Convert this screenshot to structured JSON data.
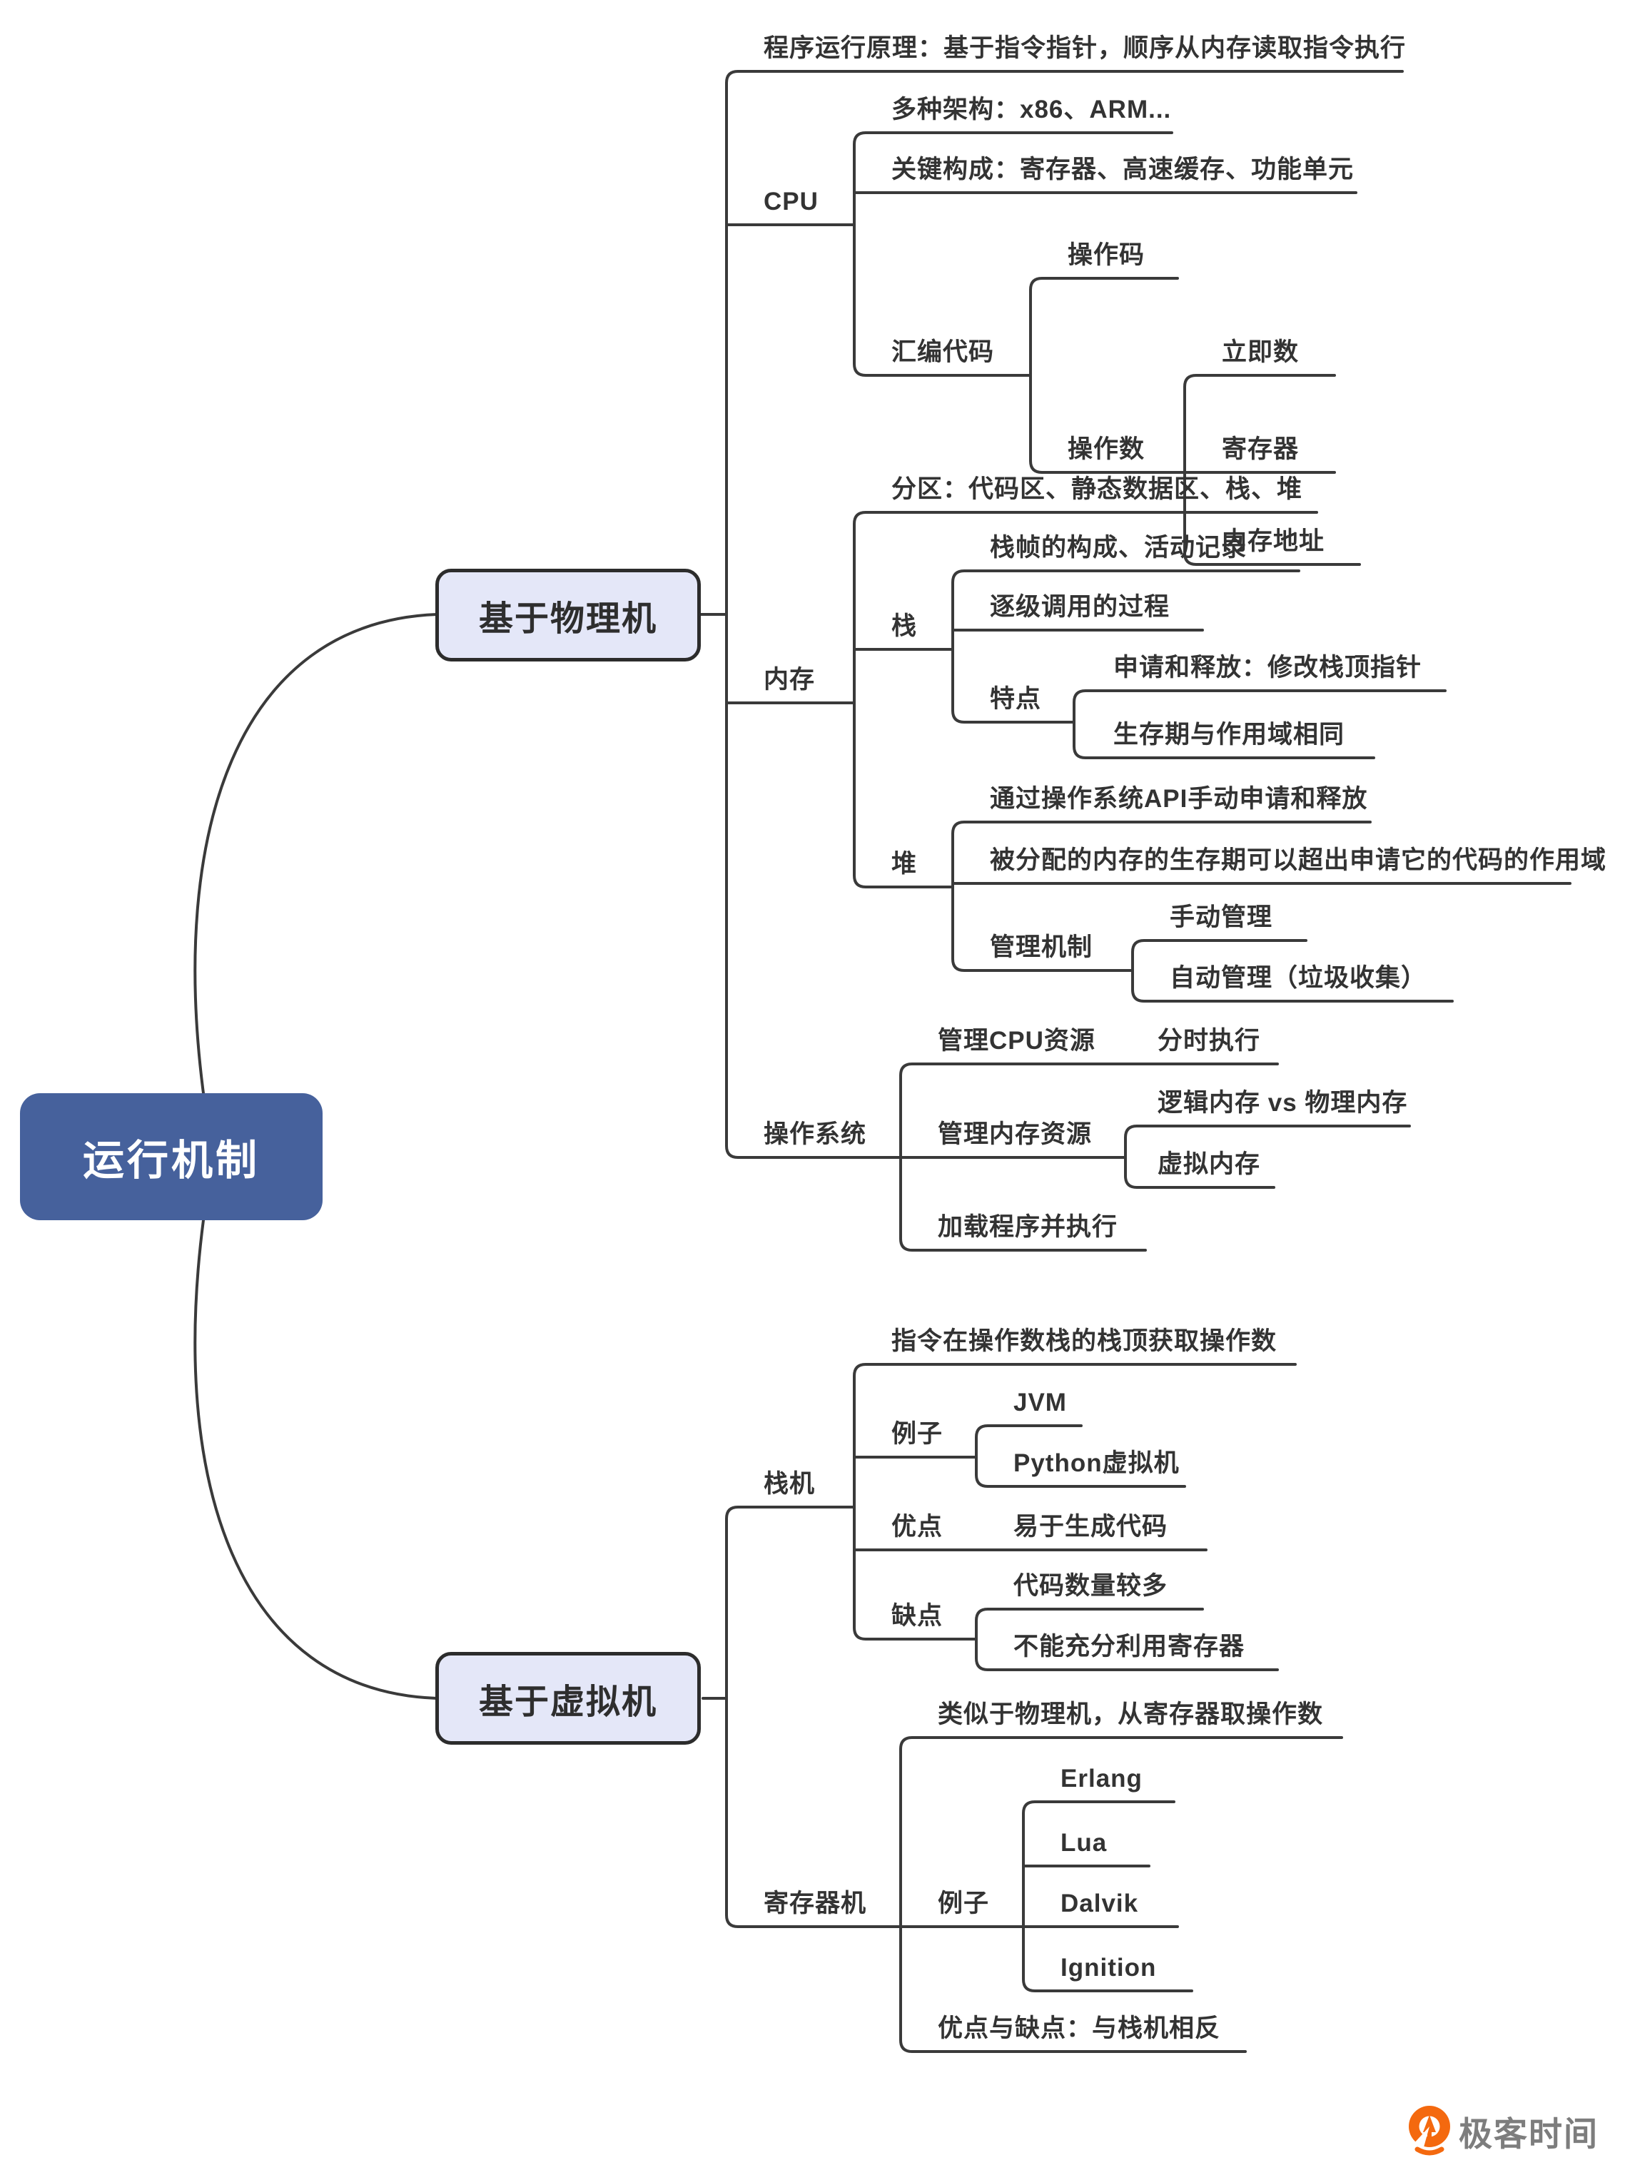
{
  "map": {
    "root": {
      "label": "运行机制"
    },
    "branches": [
      {
        "label": "基于物理机",
        "children": [
          {
            "label": "程序运行原理：基于指令指针，顺序从内存读取指令执行"
          },
          {
            "label": "CPU",
            "children": [
              {
                "label": "多种架构：x86、ARM..."
              },
              {
                "label": "关键构成：寄存器、高速缓存、功能单元"
              },
              {
                "label": "汇编代码",
                "children": [
                  {
                    "label": "操作码"
                  },
                  {
                    "label": "操作数",
                    "children": [
                      {
                        "label": "立即数"
                      },
                      {
                        "label": "寄存器"
                      },
                      {
                        "label": "内存地址"
                      }
                    ]
                  }
                ]
              }
            ]
          },
          {
            "label": "内存",
            "children": [
              {
                "label": "分区：代码区、静态数据区、栈、堆"
              },
              {
                "label": "栈",
                "children": [
                  {
                    "label": "栈帧的构成、活动记录"
                  },
                  {
                    "label": "逐级调用的过程"
                  },
                  {
                    "label": "特点",
                    "children": [
                      {
                        "label": "申请和释放：修改栈顶指针"
                      },
                      {
                        "label": "生存期与作用域相同"
                      }
                    ]
                  }
                ]
              },
              {
                "label": "堆",
                "children": [
                  {
                    "label": "通过操作系统API手动申请和释放"
                  },
                  {
                    "label": "被分配的内存的生存期可以超出申请它的代码的作用域"
                  },
                  {
                    "label": "管理机制",
                    "children": [
                      {
                        "label": "手动管理"
                      },
                      {
                        "label": "自动管理（垃圾收集）"
                      }
                    ]
                  }
                ]
              }
            ]
          },
          {
            "label": "操作系统",
            "children": [
              {
                "label": "管理CPU资源",
                "children": [
                  {
                    "label": "分时执行"
                  }
                ]
              },
              {
                "label": "管理内存资源",
                "children": [
                  {
                    "label": "逻辑内存 vs 物理内存"
                  },
                  {
                    "label": "虚拟内存"
                  }
                ]
              },
              {
                "label": "加载程序并执行"
              }
            ]
          }
        ]
      },
      {
        "label": "基于虚拟机",
        "children": [
          {
            "label": "栈机",
            "children": [
              {
                "label": "指令在操作数栈的栈顶获取操作数"
              },
              {
                "label": "例子",
                "children": [
                  {
                    "label": "JVM"
                  },
                  {
                    "label": "Python虚拟机"
                  }
                ]
              },
              {
                "label": "优点",
                "children": [
                  {
                    "label": "易于生成代码"
                  }
                ]
              },
              {
                "label": "缺点",
                "children": [
                  {
                    "label": "代码数量较多"
                  },
                  {
                    "label": "不能充分利用寄存器"
                  }
                ]
              }
            ]
          },
          {
            "label": "寄存器机",
            "children": [
              {
                "label": "类似于物理机，从寄存器取操作数"
              },
              {
                "label": "例子",
                "children": [
                  {
                    "label": "Erlang"
                  },
                  {
                    "label": "Lua"
                  },
                  {
                    "label": "Dalvik"
                  },
                  {
                    "label": "Ignition"
                  }
                ]
              },
              {
                "label": "优点与缺点：与栈机相反"
              }
            ]
          }
        ]
      }
    ]
  },
  "watermark": {
    "text": "极客时间"
  },
  "colors": {
    "root_fill": "#46619C",
    "root_text": "#FFFFFF",
    "branch_fill": "#E4E7F8",
    "branch_border": "#2C2C2C",
    "connector": "#3A3A3A",
    "topic_text": "#333333",
    "logo_orange": "#F4690F",
    "logo_text": "#7D7D7D"
  }
}
